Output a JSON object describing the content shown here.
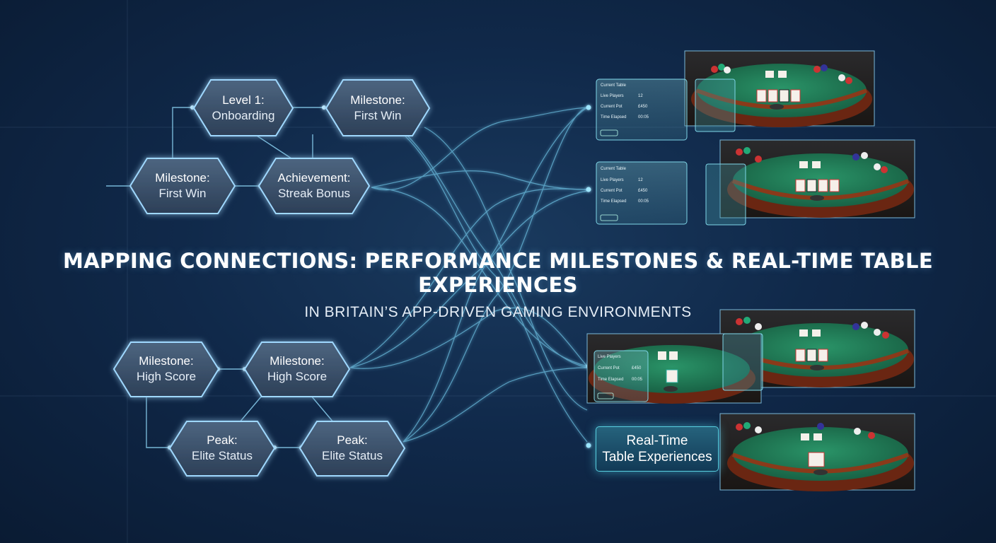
{
  "title": "MAPPING CONNECTIONS: PERFORMANCE MILESTONES & REAL-TIME TABLE EXPERIENCES",
  "subtitle": "IN BRITAIN’S APP-DRIVEN GAMING ENVIRONMENTS",
  "colors": {
    "background": "#10294a",
    "node_fill": "#3a4f68",
    "node_glow": "#9fd8ff",
    "connector": "#6fc4e6",
    "felt": "#1f7a55",
    "table_rail": "#7a2e16",
    "label_border": "#58cfe0"
  },
  "nodes": [
    {
      "id": "n1",
      "line1": "Level 1:",
      "line2": "Onboarding"
    },
    {
      "id": "n2",
      "line1": "Milestone:",
      "line2": "First Win"
    },
    {
      "id": "n3",
      "line1": "Milestone:",
      "line2": "First Win"
    },
    {
      "id": "n4",
      "line1": "Achievement:",
      "line2": "Streak Bonus"
    },
    {
      "id": "n5",
      "line1": "Milestone:",
      "line2": "High Score"
    },
    {
      "id": "n6",
      "line1": "Milestone:",
      "line2": "High Score"
    },
    {
      "id": "n7",
      "line1": "Peak:",
      "line2": "Elite Status"
    },
    {
      "id": "n8",
      "line1": "Peak:",
      "line2": "Elite Status"
    }
  ],
  "panels": [
    {
      "id": "p1",
      "header": "Current Table",
      "rows": [
        "Live Players",
        "Current Pot",
        "Time Elapsed"
      ],
      "values": [
        "12",
        "£450",
        "00:05"
      ]
    },
    {
      "id": "p2",
      "header": "Current Table",
      "rows": [
        "Live Players",
        "Current Pot",
        "Time Elapsed"
      ],
      "values": [
        "12",
        "£450",
        "00:05"
      ]
    },
    {
      "id": "p3",
      "header": "",
      "rows": [
        "Live Players",
        "Current Pot",
        "Time Elapsed"
      ],
      "values": [
        "",
        "£450",
        "00:05"
      ]
    }
  ],
  "real_time_label": {
    "line1": "Real-Time",
    "line2": "Table Experiences"
  }
}
